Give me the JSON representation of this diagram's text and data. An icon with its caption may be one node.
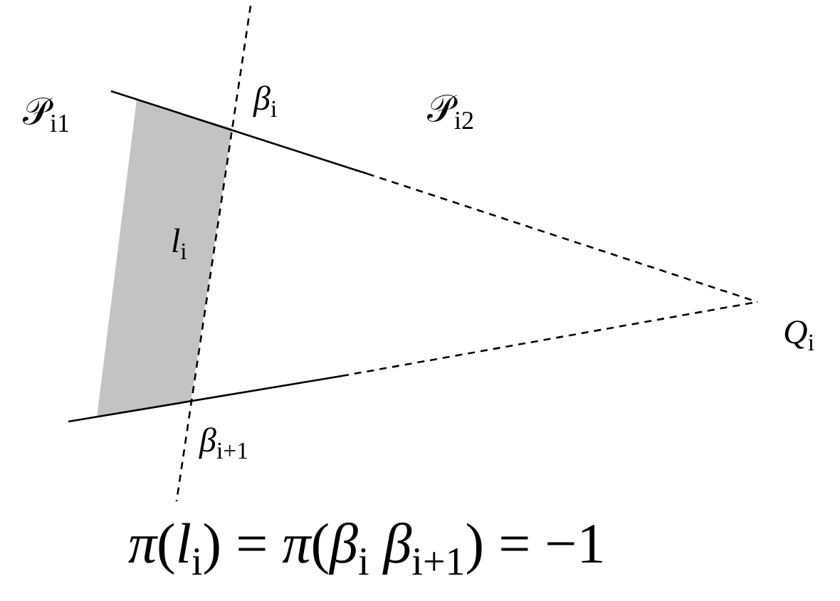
{
  "diagram": {
    "labels": [
      "𝒫$_{i1}$",
      "*β*$_{i}$",
      "𝒫$_{i2}$",
      "*l*$_{i}$",
      "*Q*$_{i}$",
      "*β*$_{i+1}$",
      "*π*(*l*$_{i}$) = *π*(*β*$_{i}$ *β*$_{i+1}$) = −1"
    ]
  }
}
